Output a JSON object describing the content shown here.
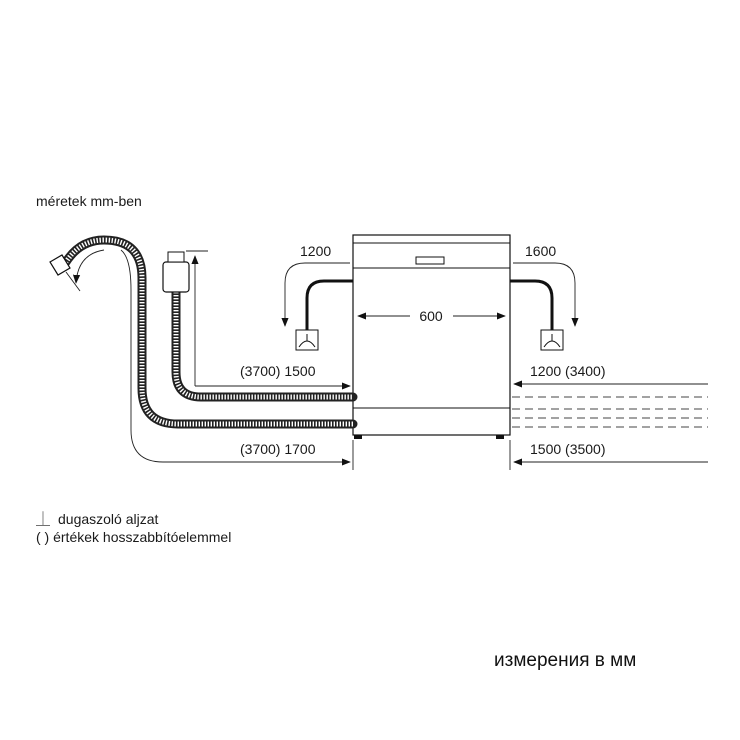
{
  "title": "méretek mm-ben",
  "dimensions": {
    "left_top_outlet": "1200",
    "right_top_outlet": "1600",
    "appliance_width": "600",
    "left_upper": "(3700) 1500",
    "left_lower": "(3700) 1700",
    "right_upper": "1200 (3400)",
    "right_lower": "1500 (3500)"
  },
  "legend": {
    "socket_symbol": "⏊",
    "socket_text": "dugaszoló aljzat",
    "bracket_text": "( ) értékek hosszabbítóelemmel"
  },
  "footer": "измерения в мм",
  "icons": [
    "socket-icon",
    "drain-hose-icon",
    "inlet-hose-icon",
    "dishwasher-icon"
  ]
}
